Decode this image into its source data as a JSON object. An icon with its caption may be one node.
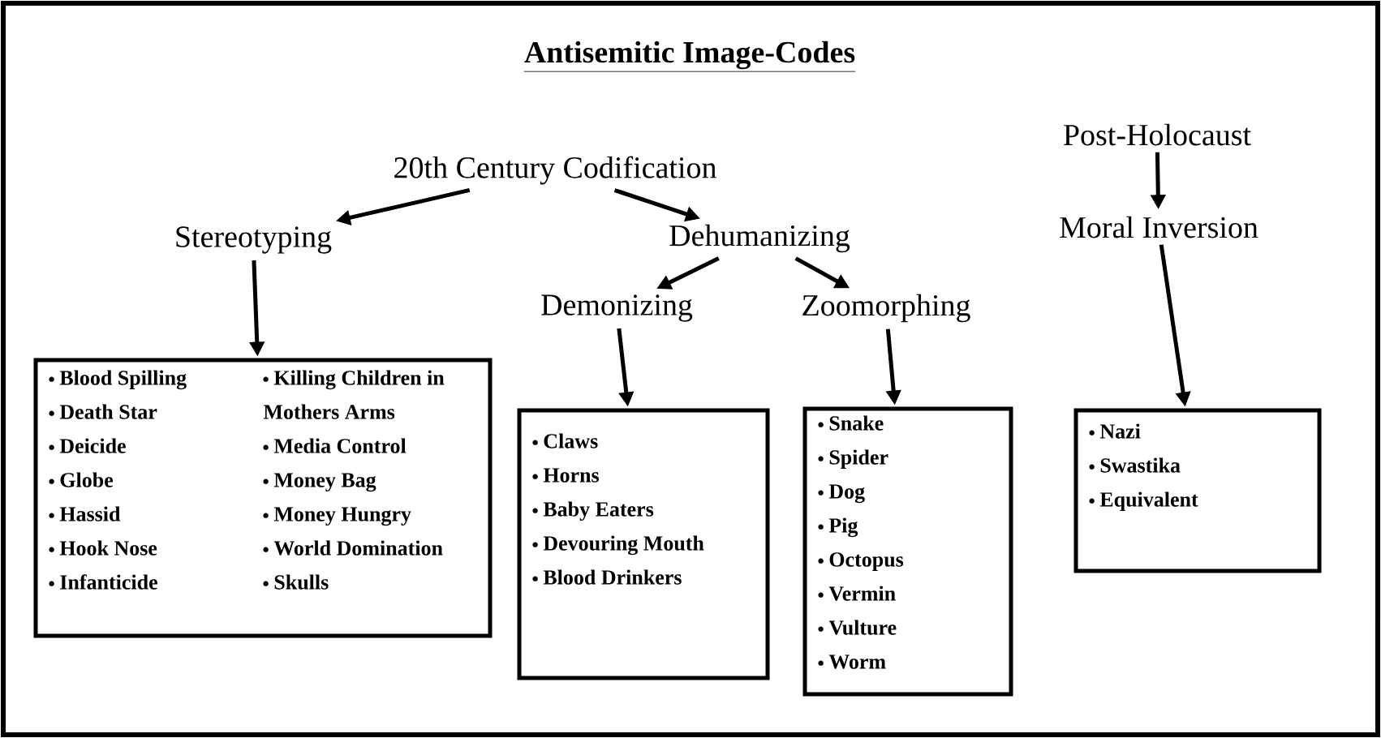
{
  "diagram": {
    "title": "Antisemitic Image-Codes",
    "nodes": [
      {
        "text": [
          "20th Century Codification"
        ]
      },
      {
        "text": [
          "Stereotyping"
        ]
      },
      {
        "text": [
          "Dehumanizing"
        ]
      },
      {
        "text": [
          "Demonizing"
        ]
      },
      {
        "text": [
          "Zoomorphing"
        ]
      },
      {
        "text": [
          "Blood Spilling",
          "Death Star",
          "Deicide",
          "Globe",
          "Hassid",
          "Hook Nose",
          "Infanticide",
          "Killing Children in Mothers Arms",
          "Media Control",
          "Money Bag",
          "Money Hungry",
          "World Domination",
          "Skulls"
        ]
      },
      {
        "text": [
          "Claws",
          "Horns",
          "Baby Eaters",
          "Devouring Mouth",
          "Blood Drinkers"
        ]
      },
      {
        "text": [
          "Snake",
          "Spider",
          "Dog",
          "Pig",
          "Octopus",
          "Vermin",
          "Vulture",
          "Worm"
        ]
      },
      {
        "text": [
          "Post-Holocaust"
        ]
      },
      {
        "text": [
          "Moral Inversion"
        ]
      },
      {
        "text": [
          "Nazi",
          "Swastika",
          "Equivalent"
        ]
      }
    ],
    "edges": [
      {
        "from": 0,
        "to": 1,
        "arrow": "to"
      },
      {
        "from": 0,
        "to": 2,
        "arrow": "to"
      },
      {
        "from": 1,
        "to": 5,
        "arrow": "to"
      },
      {
        "from": 2,
        "to": 3,
        "arrow": "to"
      },
      {
        "from": 2,
        "to": 4,
        "arrow": "to"
      },
      {
        "from": 3,
        "to": 6,
        "arrow": "to"
      },
      {
        "from": 4,
        "to": 7,
        "arrow": "to"
      },
      {
        "from": 8,
        "to": 9,
        "arrow": "to"
      },
      {
        "from": 9,
        "to": 10,
        "arrow": "to"
      }
    ]
  }
}
